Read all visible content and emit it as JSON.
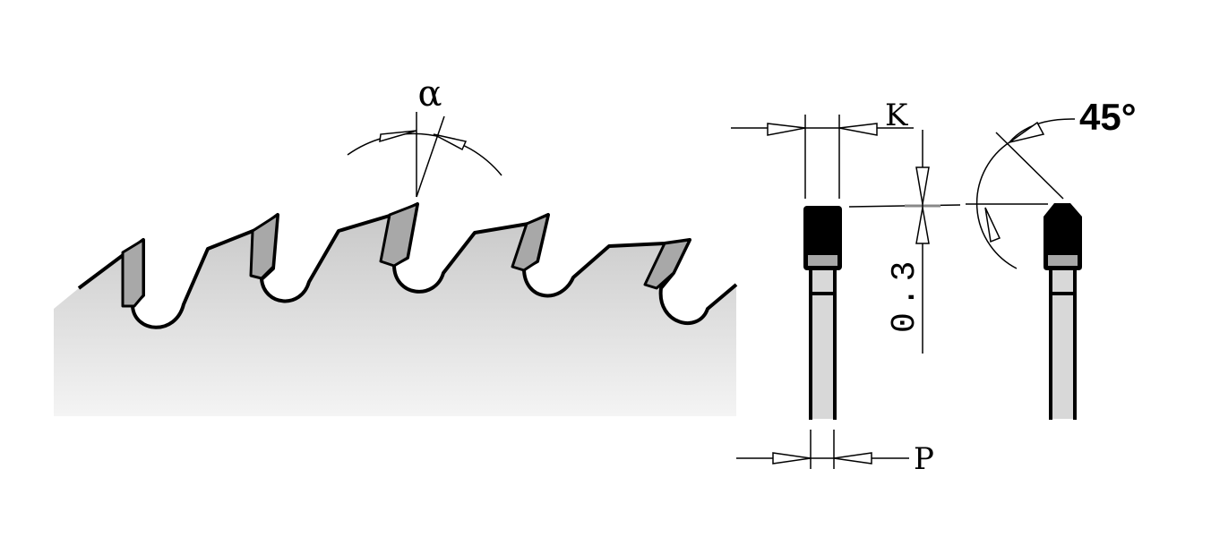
{
  "diagram": {
    "labels": {
      "rake_angle": "α",
      "kerf": "K",
      "plate": "P",
      "chamfer_height": "0.3",
      "chamfer_angle": "45°"
    },
    "colors": {
      "line": "#000000",
      "carbide": "#a8a8a8",
      "body_top": "#c8c8c8",
      "body_bottom": "#f3f3f3",
      "plate": "#d8d8d8"
    }
  }
}
